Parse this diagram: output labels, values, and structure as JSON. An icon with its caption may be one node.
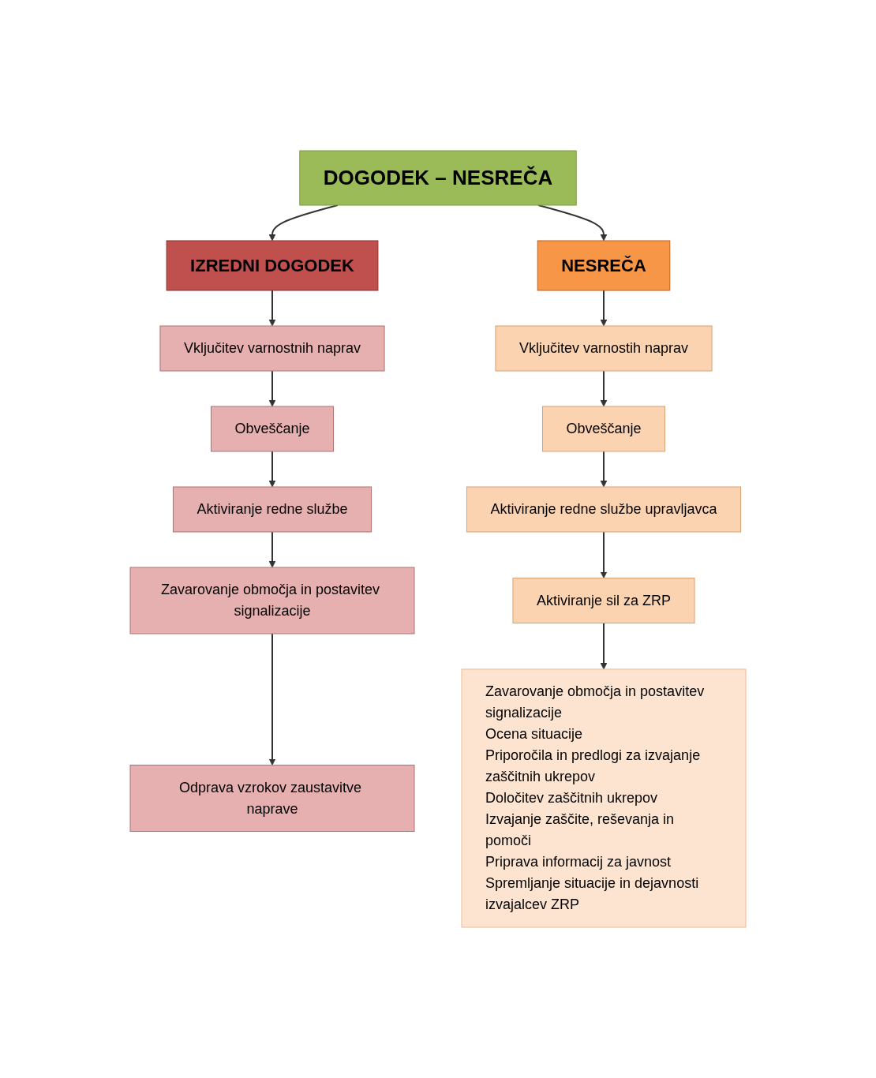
{
  "diagram": {
    "nodes": [
      {
        "text": [
          "DOGODEK – NESREČA"
        ]
      },
      {
        "text": [
          "IZREDNI DOGODEK"
        ]
      },
      {
        "text": [
          "NESREČA"
        ]
      },
      {
        "text": [
          "Vključitev varnostnih naprav"
        ]
      },
      {
        "text": [
          "Obveščanje"
        ]
      },
      {
        "text": [
          "Aktiviranje redne službe"
        ]
      },
      {
        "text": [
          "Zavarovanje območja in postavitev signalizacije"
        ]
      },
      {
        "text": [
          "Odprava vzrokov zaustavitve naprave"
        ]
      },
      {
        "text": [
          "Vključitev varnostih naprav"
        ]
      },
      {
        "text": [
          "Obveščanje"
        ]
      },
      {
        "text": [
          "Aktiviranje redne službe upravljavca"
        ]
      },
      {
        "text": [
          "Aktiviranje sil za ZRP"
        ]
      },
      {
        "text": [
          "Zavarovanje območja in postavitev signalizacije",
          "Ocena situacije",
          "Priporočila in predlogi za izvajanje zaščitnih ukrepov",
          "Določitev zaščitnih ukrepov",
          "Izvajanje zaščite, reševanja in pomoči",
          "Priprava informacij za javnost",
          "Spremljanje situacije in dejavnosti izvajalcev ZRP"
        ]
      }
    ],
    "edges": [
      {
        "from": 0,
        "to": 1,
        "arrow": "to"
      },
      {
        "from": 0,
        "to": 2,
        "arrow": "to"
      },
      {
        "from": 1,
        "to": 3,
        "arrow": "to"
      },
      {
        "from": 3,
        "to": 4,
        "arrow": "to"
      },
      {
        "from": 4,
        "to": 5,
        "arrow": "to"
      },
      {
        "from": 5,
        "to": 6,
        "arrow": "to"
      },
      {
        "from": 6,
        "to": 7,
        "arrow": "to"
      },
      {
        "from": 2,
        "to": 8,
        "arrow": "to"
      },
      {
        "from": 8,
        "to": 9,
        "arrow": "to"
      },
      {
        "from": 9,
        "to": 10,
        "arrow": "to"
      },
      {
        "from": 10,
        "to": 11,
        "arrow": "to"
      },
      {
        "from": 11,
        "to": 12,
        "arrow": "to"
      }
    ]
  }
}
